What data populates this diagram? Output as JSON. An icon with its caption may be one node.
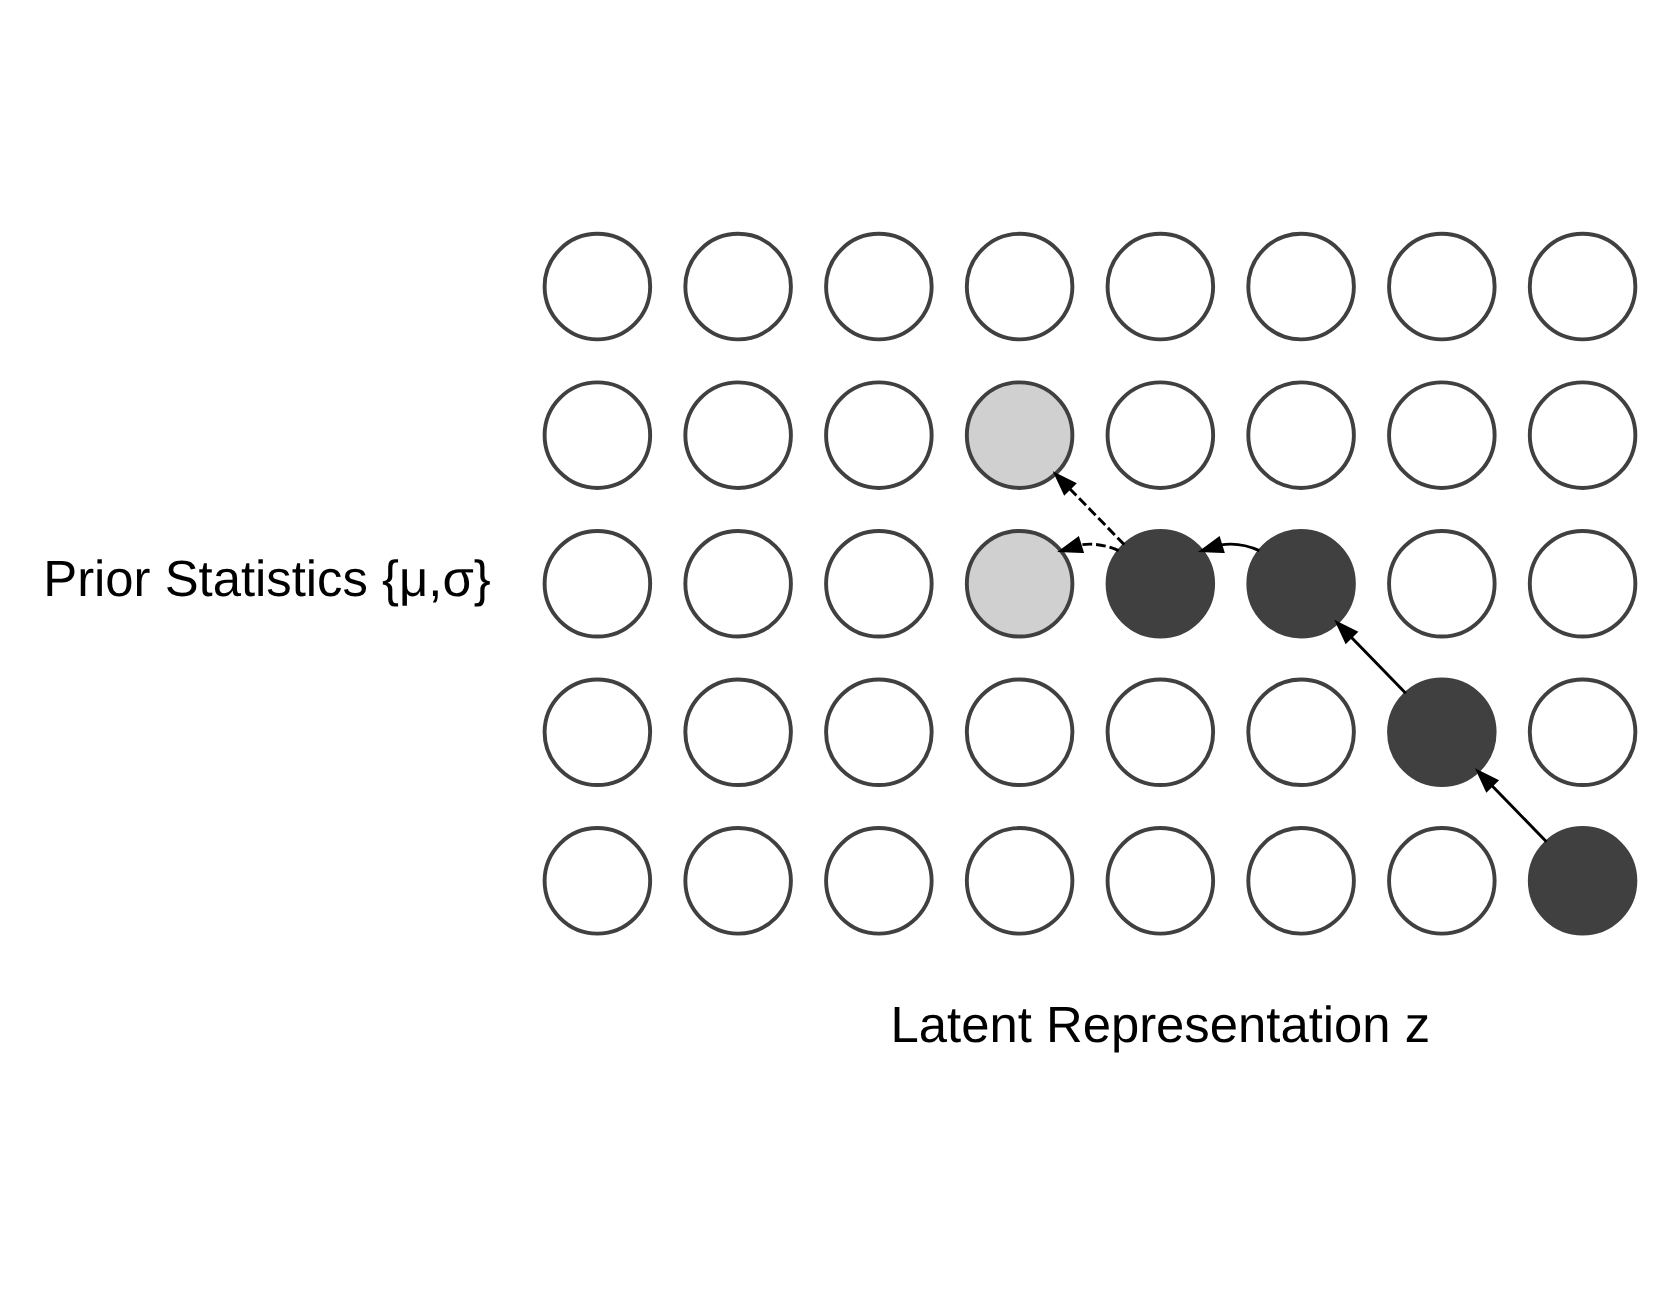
{
  "diagram": {
    "nodes": [
      {
        "text": [],
        "shape": "circle"
      },
      {
        "text": [],
        "shape": "circle"
      },
      {
        "text": [],
        "shape": "circle"
      },
      {
        "text": [],
        "shape": "circle"
      },
      {
        "text": [],
        "shape": "circle"
      },
      {
        "text": [],
        "shape": "circle"
      },
      {
        "text": [],
        "shape": "circle"
      },
      {
        "text": [],
        "shape": "circle"
      },
      {
        "text": [],
        "shape": "circle"
      },
      {
        "text": [],
        "shape": "circle"
      },
      {
        "text": [],
        "shape": "circle"
      },
      {
        "text": [],
        "shape": "circle"
      },
      {
        "text": [],
        "shape": "circle"
      },
      {
        "text": [],
        "shape": "circle"
      },
      {
        "text": [],
        "shape": "circle"
      },
      {
        "text": [],
        "shape": "circle"
      },
      {
        "text": [],
        "shape": "circle"
      },
      {
        "text": [],
        "shape": "circle"
      },
      {
        "text": [],
        "shape": "circle"
      },
      {
        "text": [],
        "shape": "circle"
      },
      {
        "text": [],
        "shape": "circle"
      },
      {
        "text": [],
        "shape": "circle"
      },
      {
        "text": [],
        "shape": "circle"
      },
      {
        "text": [],
        "shape": "circle"
      },
      {
        "text": [],
        "shape": "circle"
      },
      {
        "text": [],
        "shape": "circle"
      },
      {
        "text": [],
        "shape": "circle"
      },
      {
        "text": [],
        "shape": "circle"
      },
      {
        "text": [],
        "shape": "circle"
      },
      {
        "text": [],
        "shape": "circle"
      },
      {
        "text": [],
        "shape": "circle"
      },
      {
        "text": [],
        "shape": "circle"
      },
      {
        "text": [],
        "shape": "circle"
      },
      {
        "text": [],
        "shape": "circle"
      },
      {
        "text": [],
        "shape": "circle"
      },
      {
        "text": [],
        "shape": "circle"
      },
      {
        "text": [],
        "shape": "circle"
      },
      {
        "text": [],
        "shape": "circle"
      },
      {
        "text": [],
        "shape": "circle"
      },
      {
        "text": [],
        "shape": "circle"
      }
    ],
    "edges": [
      {
        "from": 39,
        "to": 30,
        "arrow": "to"
      },
      {
        "from": 30,
        "to": 21,
        "arrow": "to"
      },
      {
        "from": 21,
        "to": 20,
        "arrow": "to"
      },
      {
        "from": 20,
        "to": 19,
        "arrow": "to",
        "style": "dashed"
      },
      {
        "from": 20,
        "to": 11,
        "arrow": "to",
        "style": "dashed"
      }
    ],
    "labels": [
      "Prior Statistics {μ,σ}",
      "Latent Representation z"
    ]
  }
}
